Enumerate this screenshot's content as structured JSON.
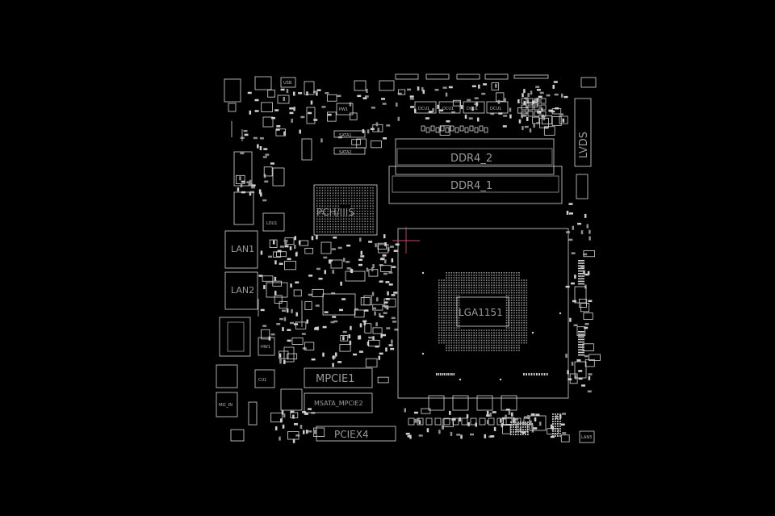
{
  "board": {
    "colors": {
      "background": "#000000",
      "outline": "#d8d8d8",
      "label": "#9a9a9a",
      "crosshair": "#c0506a"
    },
    "labels": {
      "lvds": "LVDS",
      "ddr4_2": "DDR4_2",
      "ddr4_1": "DDR4_1",
      "pch": "PCH/IIIS",
      "lan1": "LAN1",
      "lan2": "LAN2",
      "cpu": "LGA1151",
      "mpcie1": "MPCIE1",
      "msata": "MSATA_MPCIE2",
      "pciex4": "PCIEX4",
      "lou1": "LOU1",
      "cu1": "CU1",
      "hw1": "HW1",
      "sata1": "SATA1",
      "sata2": "SATA2",
      "dcu1": "DCU1",
      "dcu2": "DCU1",
      "dcu3": "DCU1",
      "dcu4": "DCU1",
      "pw1": "PW1",
      "u1": "U1",
      "mic": "MIC_IN",
      "lan3": "LAN3",
      "usb": "USB"
    }
  }
}
